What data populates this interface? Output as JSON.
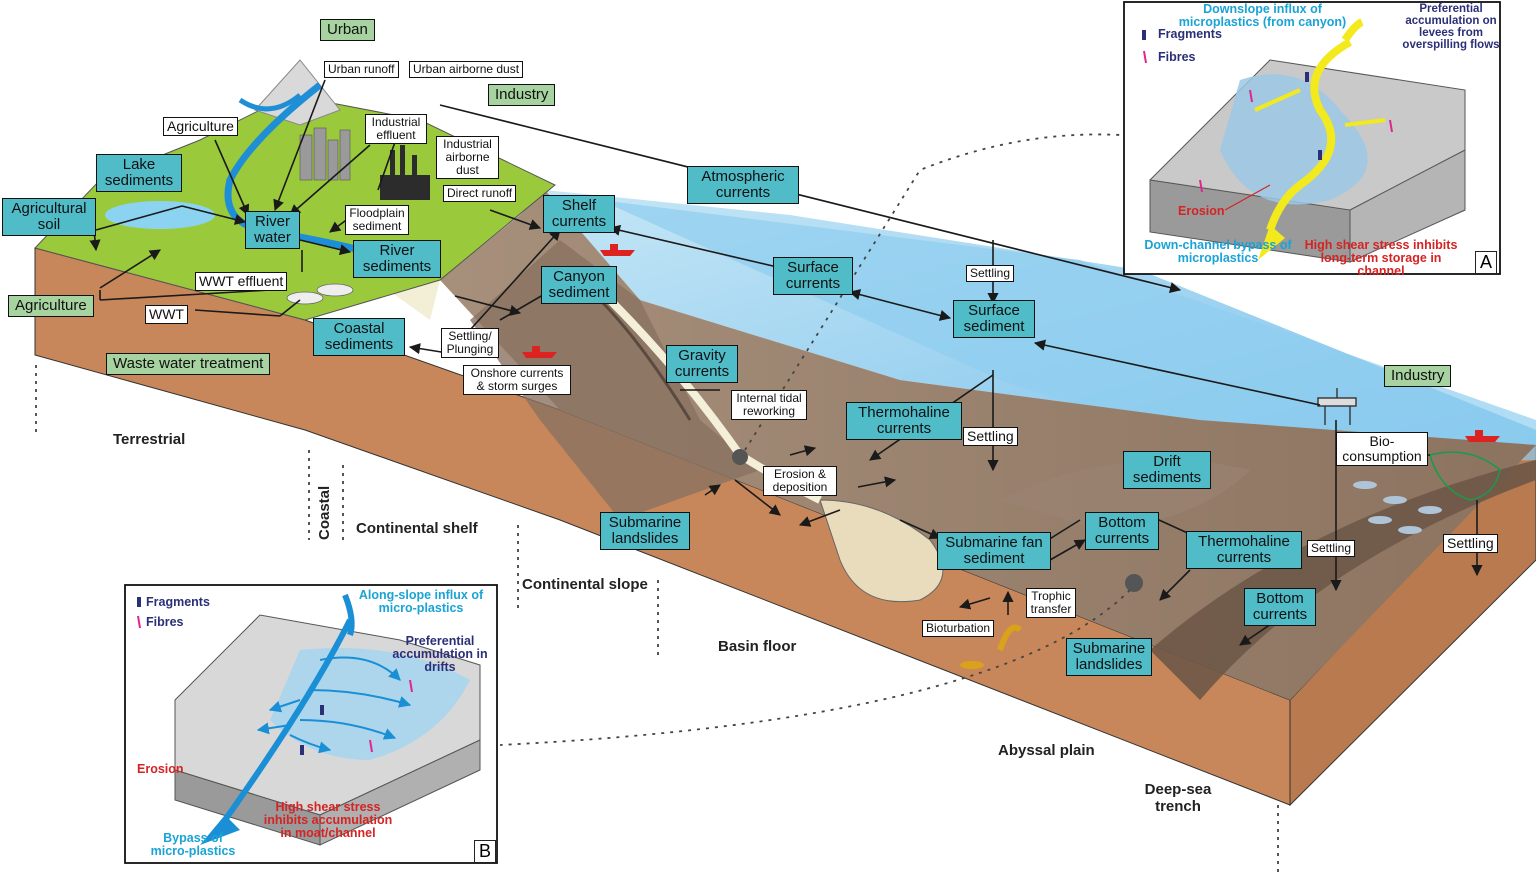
{
  "colors": {
    "teal_box": "#4fbcc8",
    "green_box": "#a6d3a0",
    "land_green": "#9bc93c",
    "ocean_blue": "#9fd3ee",
    "sediment_brown": "#a08773",
    "block_orange": "#c8875a",
    "arrow": "#1a1a1a"
  },
  "zones": {
    "terrestrial": "Terrestrial",
    "coastal": "Coastal",
    "continental_shelf": "Continental shelf",
    "continental_slope": "Continental slope",
    "basin_floor": "Basin floor",
    "abyssal_plain": "Abyssal plain",
    "deep_sea_trench": "Deep-sea trench"
  },
  "sources": {
    "urban": "Urban",
    "industry": "Industry",
    "agriculture": "Agriculture",
    "waste_water_treatment": "Waste water treatment",
    "industry_offshore": "Industry"
  },
  "compartments": {
    "agricultural_soil": "Agricultural soil",
    "lake_sediments": "Lake sediments",
    "river_water": "River water",
    "river_sediments": "River sediments",
    "coastal_sediments": "Coastal sediments",
    "shelf_currents": "Shelf currents",
    "canyon_sediment": "Canyon sediment",
    "atmospheric_currents": "Atmospheric currents",
    "surface_currents": "Surface currents",
    "surface_sediment": "Surface sediment",
    "gravity_currents": "Gravity currents",
    "thermohaline_currents_1": "Thermohaline currents",
    "drift_sediments": "Drift sediments",
    "submarine_landslides_1": "Submarine landslides",
    "submarine_fan_sediment": "Submarine fan sediment",
    "bottom_currents_1": "Bottom currents",
    "thermohaline_currents_2": "Thermohaline currents",
    "bottom_currents_2": "Bottom currents",
    "submarine_landslides_2": "Submarine landslides"
  },
  "processes": {
    "urban_runoff": "Urban runoff",
    "urban_airborne_dust": "Urban airborne dust",
    "agriculture_label": "Agriculture",
    "industrial_effluent": "Industrial effluent",
    "industrial_airborne_dust": "Industrial airborne dust",
    "direct_runoff": "Direct runoff",
    "floodplain_sediment": "Floodplain sediment",
    "wwt_effluent": "WWT effluent",
    "wwt": "WWT",
    "settling_plunging": "Settling/ Plunging",
    "onshore_currents": "Onshore currents & storm surges",
    "internal_tidal_reworking": "Internal tidal reworking",
    "erosion_deposition": "Erosion & deposition",
    "settling_1": "Settling",
    "settling_2": "Settling",
    "settling_3": "Settling",
    "settling_4": "Settling",
    "bio_consumption": "Bio-consumption",
    "trophic_transfer": "Trophic transfer",
    "bioturbation": "Bioturbation"
  },
  "inset_a": {
    "label": "A",
    "downslope_influx": "Downslope influx of microplastics (from canyon)",
    "fragments": "Fragments",
    "fibres": "Fibres",
    "preferential": "Preferential accumulation on levees from overspilling flows",
    "erosion": "Erosion",
    "down_channel": "Down-channel bypass of microplastics",
    "high_shear": "High shear stress inhibits long-term storage in channel"
  },
  "inset_b": {
    "label": "B",
    "fragments": "Fragments",
    "fibres": "Fibres",
    "along_slope": "Along-slope influx of micro-plastics",
    "preferential": "Preferential accumulation in drifts",
    "erosion": "Erosion",
    "high_shear": "High shear stress inhibits accumulation in moat/channel",
    "bypass": "Bypass of micro-plastics"
  }
}
